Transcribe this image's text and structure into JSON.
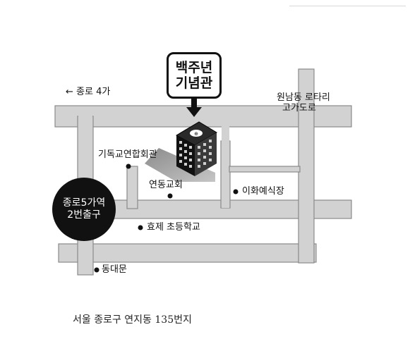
{
  "title": {
    "line1": "백주년",
    "line2": "기념관"
  },
  "station": {
    "line1": "종로5가역",
    "line2": "2번출구"
  },
  "labels": {
    "jongro4ga": "← 종로 4가",
    "wonnam_line1": "원남동 로타리",
    "wonnam_line2": "고가도로",
    "church_hall": "기독교연합회관",
    "yeondong_church": "연동교회",
    "ihwa_hall": "이화예식장",
    "hyoje_school": "효제 초등학교",
    "dongdaemun": "동대문"
  },
  "address": "서울 종로구 연지동 135번지",
  "colors": {
    "road_fill": "#d2d2d2",
    "road_edge": "#8a8a8a",
    "background": "#ffffff",
    "ink": "#111111"
  },
  "icons": [
    "building-icon",
    "arrow-down-icon",
    "dot-marker-icon"
  ]
}
